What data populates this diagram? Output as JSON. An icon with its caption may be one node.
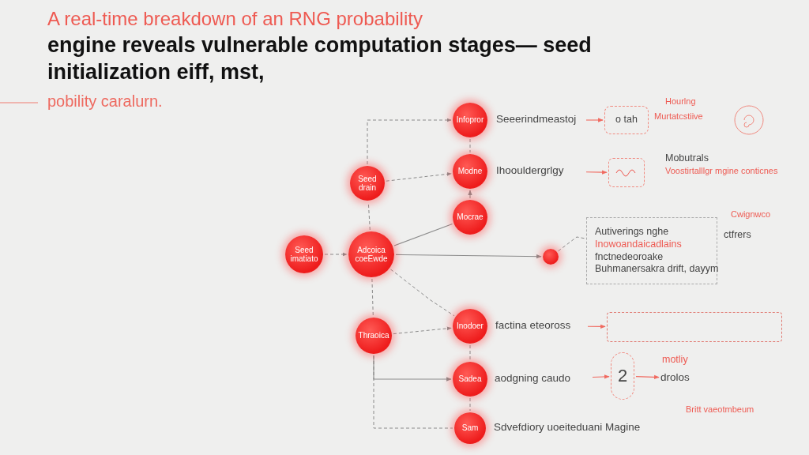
{
  "diagram": {
    "title": "engine reveals vulnerable computation stages— seed initialization eiff, mst,",
    "nodes": [
      {
        "text": [
          "Seed drain"
        ]
      },
      {
        "text": [
          "Infopror"
        ]
      },
      {
        "text": [
          "Seeerindmeastoj"
        ]
      },
      {
        "text": [
          "o tah"
        ]
      },
      {
        "text": [
          "Modne"
        ]
      },
      {
        "text": [
          "Ihoouldergrlgy"
        ]
      },
      {
        "text": [],
        "shape": "box"
      },
      {
        "text": [
          "Mocrae"
        ]
      },
      {
        "text": [
          "Seed imatiato"
        ]
      },
      {
        "text": [
          "Adcoica coeEwde"
        ]
      },
      {
        "text": [],
        "shape": "circle"
      },
      {
        "text": [
          "Autiverings nghe",
          "Inowoandaicadlains",
          "fnctnedeoroake",
          "Buhmanersakra drift, dayym"
        ]
      },
      {
        "text": [
          "Thraoica"
        ]
      },
      {
        "text": [
          "Inodoer"
        ]
      },
      {
        "text": [
          "factina eteoross"
        ]
      },
      {
        "text": [],
        "shape": "box"
      },
      {
        "text": [
          "Sadea"
        ]
      },
      {
        "text": [
          "aodgning caudo"
        ]
      },
      {
        "text": [
          "2"
        ]
      },
      {
        "text": [
          "Sam"
        ]
      },
      {
        "text": [
          "Sdvefdiory uoeiteduani Magine"
        ]
      },
      {
        "text": [
          "drolos"
        ]
      }
    ],
    "edges": [
      {
        "from": 0,
        "to": 1,
        "arrow": "to",
        "style": "dashed"
      },
      {
        "from": 0,
        "to": 4,
        "arrow": "to",
        "style": "dashed"
      },
      {
        "from": 1,
        "to": 4,
        "arrow": "none",
        "style": "dashed"
      },
      {
        "from": 7,
        "to": 4,
        "arrow": "to"
      },
      {
        "from": 2,
        "to": 3,
        "arrow": "to",
        "color": "#f06a60"
      },
      {
        "from": 5,
        "to": 6,
        "arrow": "to",
        "color": "#f06a60"
      },
      {
        "from": 8,
        "to": 9,
        "arrow": "to",
        "style": "dashed"
      },
      {
        "from": 9,
        "to": 0,
        "arrow": "none",
        "style": "dashed"
      },
      {
        "from": 9,
        "to": 7,
        "arrow": "none"
      },
      {
        "from": 9,
        "to": 10,
        "arrow": "to"
      },
      {
        "from": 10,
        "to": 11,
        "arrow": "none",
        "style": "dashed"
      },
      {
        "from": 9,
        "to": 13,
        "arrow": "none",
        "style": "dashed"
      },
      {
        "from": 9,
        "to": 12,
        "arrow": "none",
        "style": "dashed"
      },
      {
        "from": 12,
        "to": 13,
        "arrow": "to",
        "style": "dashed"
      },
      {
        "from": 12,
        "to": 16,
        "arrow": "to"
      },
      {
        "from": 12,
        "to": 19,
        "arrow": "none",
        "style": "dashed"
      },
      {
        "from": 13,
        "to": 16,
        "arrow": "none",
        "style": "dashed"
      },
      {
        "from": 16,
        "to": 19,
        "arrow": "none",
        "style": "dashed"
      },
      {
        "from": 14,
        "to": 15,
        "arrow": "to",
        "color": "#f06a60"
      },
      {
        "from": 17,
        "to": 18,
        "arrow": "to",
        "color": "#f06a60"
      },
      {
        "from": 18,
        "to": 21,
        "arrow": "to",
        "color": "#f06a60"
      }
    ],
    "labels": [
      "A real-time breakdown of an RNG probability",
      "pobility caralurn.",
      "Hourlng",
      "Murtatcstiive",
      "Mobutrals",
      "Voostirtalllgr mgine conticnes",
      "Cwignwco",
      "ctfrers",
      "motliy",
      "Britt vaeotmbeum"
    ]
  }
}
